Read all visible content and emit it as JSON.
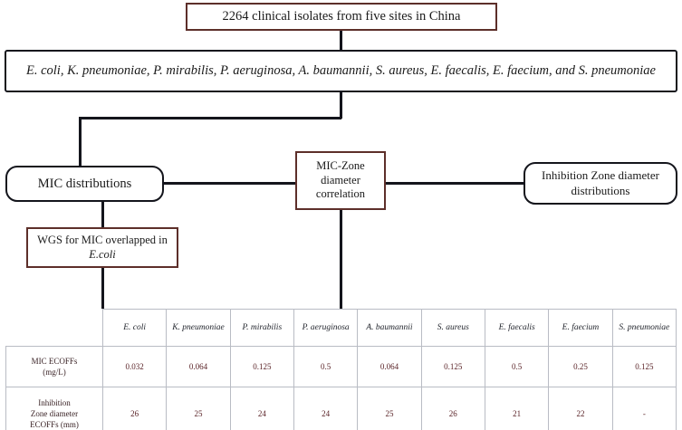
{
  "flowchart": {
    "top_box": "2264 clinical isolates from five sites in China",
    "species_box": "E. coli, K. pneumoniae, P. mirabilis, P. aeruginosa, A. baumannii, S. aureus, E. faecalis, E. faecium, and S. pneumoniae",
    "mic_distributions": "MIC distributions",
    "correlation": "MIC-Zone diameter correlation",
    "zone_distributions": "Inhibition Zone diameter distributions",
    "wgs_line1": "WGS for MIC overlapped in",
    "wgs_line2": "E.coli",
    "colors": {
      "maroon_border": "#5d2f2a",
      "dark_border": "#14151c",
      "table_border": "#b9bcc4",
      "table_value_text": "#5a2327"
    }
  },
  "table": {
    "corner_label": "",
    "headers": [
      "E. coli",
      "K. pneumoniae",
      "P. mirabilis",
      "P. aeruginosa",
      "A. baumannii",
      "S. aureus",
      "E. faecalis",
      "E. faecium",
      "S. pneumoniae"
    ],
    "rows": [
      {
        "label_line1": "MIC ECOFFs",
        "label_line2": "(mg/L)",
        "values": [
          "0.032",
          "0.064",
          "0.125",
          "0.5",
          "0.064",
          "0.125",
          "0.5",
          "0.25",
          "0.125"
        ]
      },
      {
        "label_line1": "Inhibition",
        "label_line2": "Zone diameter",
        "label_line3": "ECOFFs (mm)",
        "values": [
          "26",
          "25",
          "24",
          "24",
          "25",
          "26",
          "21",
          "22",
          "-"
        ]
      }
    ]
  }
}
